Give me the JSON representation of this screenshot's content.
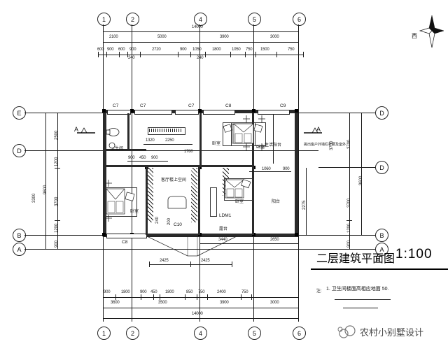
{
  "drawing": {
    "title": "二层建筑平面图",
    "scale": "1:100",
    "note_prefix": "注:",
    "note_1": "1. 卫生间楼面高相应地面  50.",
    "watermark": "农村小别墅设计",
    "compass_label": "西"
  },
  "grid": {
    "top_bubbles": [
      "1",
      "2",
      "4",
      "5",
      "6"
    ],
    "bottom_bubbles": [
      "1",
      "2",
      "4",
      "5",
      "6"
    ],
    "left_bubbles": [
      "E",
      "D",
      "B",
      "A"
    ],
    "right_bubbles": [
      "D",
      "D",
      "B",
      "A"
    ]
  },
  "dimensions": {
    "top_overall": "14000",
    "top_bay": [
      "2100",
      "5000",
      "3900",
      "3000"
    ],
    "top_detail": [
      "600",
      "900",
      "600",
      "900",
      "2720",
      "900",
      "1050",
      "1800",
      "1050",
      "750",
      "1500",
      "750"
    ],
    "top_wall_thickness": [
      "240",
      "240"
    ],
    "bottom_overall": "14000",
    "bottom_bay": [
      "3600",
      "3500",
      "3900",
      "3000"
    ],
    "bottom_detail": [
      "900",
      "1800",
      "900",
      "450",
      "1800",
      "850",
      "750",
      "2400",
      "750"
    ],
    "left_overall": "9600",
    "left_chain": [
      "2500",
      "1200",
      "3700",
      "1200",
      "900"
    ],
    "left_sub": "3300",
    "right_overall": "9600",
    "right_chain": [
      "3700",
      "3700",
      "1200",
      "900"
    ],
    "right_sub": "3700",
    "interior_stair": [
      "2425",
      "2425"
    ],
    "interior_lower": [
      "3440",
      "2650"
    ],
    "interior_right_v": "2275",
    "interior_misc": [
      "1320",
      "2250",
      "1780",
      "900",
      "450",
      "900",
      "1060",
      "900",
      "240",
      "200",
      "2100"
    ]
  },
  "rooms": [
    {
      "id": "bath",
      "label": "卫生间"
    },
    {
      "id": "bedroom-1",
      "label": "卧室"
    },
    {
      "id": "bedroom-2",
      "label": "卧室"
    },
    {
      "id": "bedroom-3",
      "label": "卧室"
    },
    {
      "id": "bedroom-4",
      "label": "卧室"
    },
    {
      "id": "living-void",
      "label": "客厅楼上空间"
    },
    {
      "id": "balcony-1",
      "label": "生活阳台"
    },
    {
      "id": "balcony-2",
      "label": "阳台"
    },
    {
      "id": "terrace",
      "label": "露台"
    }
  ],
  "openings": {
    "windows_top": [
      "C7",
      "C7",
      "C7",
      "C8",
      "C9"
    ],
    "window_bottom": "C8",
    "door_center": "C10",
    "door_main": "LDM1"
  },
  "section_marks": {
    "left": "A",
    "right": "A"
  },
  "annotations": {
    "right_wall_note": "挑出客户外墙栏杆要及室外"
  }
}
